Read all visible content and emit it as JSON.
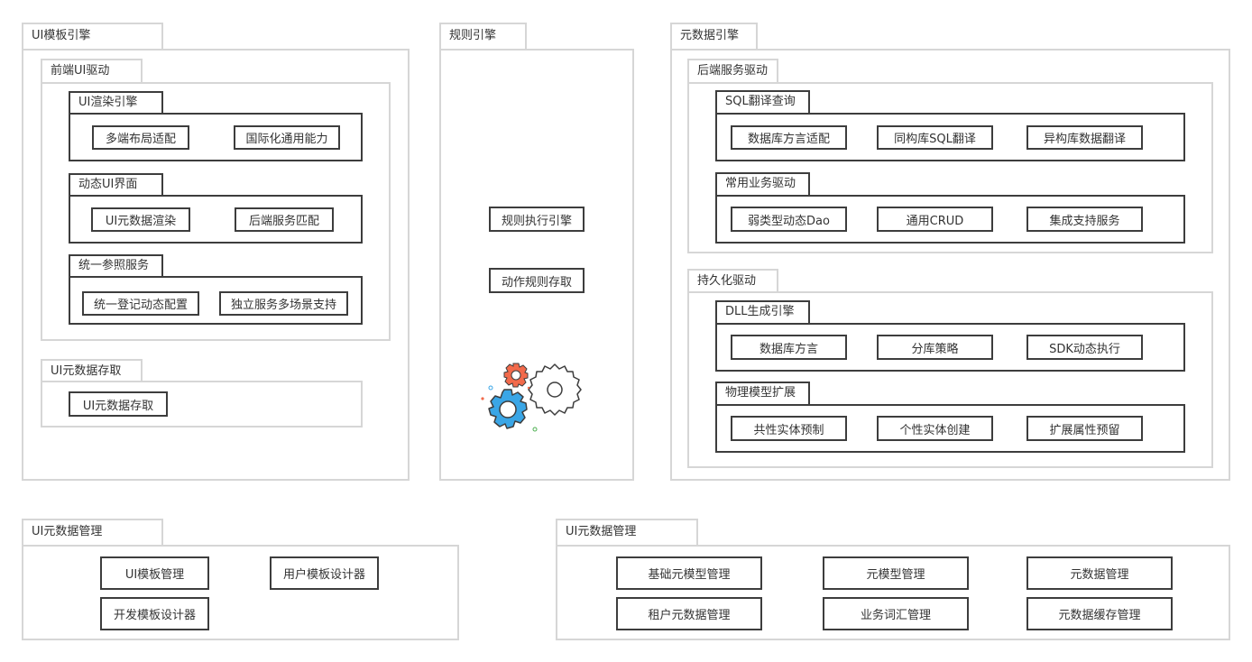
{
  "ui_engine": {
    "title": "UI模板引擎",
    "frontend": {
      "title": "前端UI驱动",
      "render": {
        "title": "UI渲染引擎",
        "items": [
          "多端布局适配",
          "国际化通用能力"
        ]
      },
      "dynamic": {
        "title": "动态UI界面",
        "items": [
          "UI元数据渲染",
          "后端服务匹配"
        ]
      },
      "reference": {
        "title": "统一参照服务",
        "items": [
          "统一登记动态配置",
          "独立服务多场景支持"
        ]
      }
    },
    "metadata_access": {
      "title": "UI元数据存取",
      "items": [
        "UI元数据存取"
      ]
    }
  },
  "rule_engine": {
    "title": "规则引擎",
    "items": [
      "规则执行引擎",
      "动作规则存取"
    ],
    "icon": "gears-icon"
  },
  "metadata_engine": {
    "title": "元数据引擎",
    "backend": {
      "title": "后端服务驱动",
      "sql": {
        "title": "SQL翻译查询",
        "items": [
          "数据库方言适配",
          "同构库SQL翻译",
          "异构库数据翻译"
        ]
      },
      "business": {
        "title": "常用业务驱动",
        "items": [
          "弱类型动态Dao",
          "通用CRUD",
          "集成支持服务"
        ]
      }
    },
    "persistence": {
      "title": "持久化驱动",
      "dll": {
        "title": "DLL生成引擎",
        "items": [
          "数据库方言",
          "分库策略",
          "SDK动态执行"
        ]
      },
      "physical": {
        "title": "物理模型扩展",
        "items": [
          "共性实体预制",
          "个性实体创建",
          "扩展属性预留"
        ]
      }
    }
  },
  "ui_metadata_mgmt_left": {
    "title": "UI元数据管理",
    "items": [
      "UI模板管理",
      "用户模板设计器",
      "开发模板设计器"
    ]
  },
  "ui_metadata_mgmt_right": {
    "title": "UI元数据管理",
    "items": [
      "基础元模型管理",
      "元模型管理",
      "元数据管理",
      "租户元数据管理",
      "业务词汇管理",
      "元数据缓存管理"
    ]
  },
  "colors": {
    "light_border": "#d6d6d6",
    "dark_border": "#3d3d3d",
    "gear_blue": "#3aa6e6",
    "gear_red": "#f26a4b",
    "dot_green": "#4caf50"
  }
}
